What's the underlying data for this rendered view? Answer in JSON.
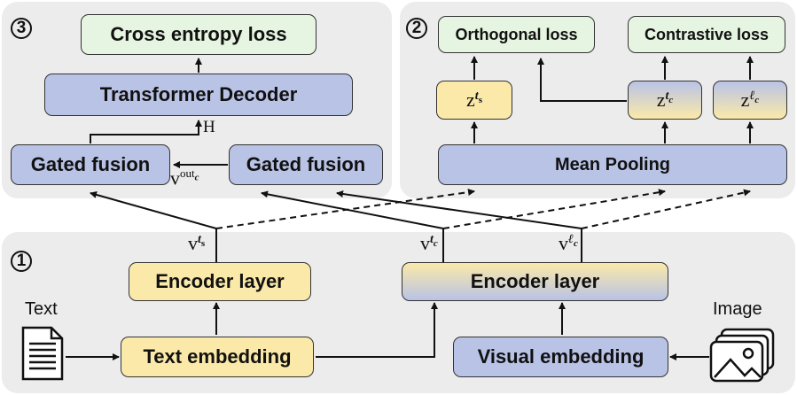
{
  "panels": {
    "panel3": {
      "number": "3"
    },
    "panel2": {
      "number": "2"
    },
    "panel1": {
      "number": "1"
    }
  },
  "boxes": {
    "cross_entropy": "Cross entropy loss",
    "transformer_decoder": "Transformer Decoder",
    "gated_fusion_left": "Gated fusion",
    "gated_fusion_right": "Gated fusion",
    "orthogonal_loss": "Orthogonal loss",
    "contrastive_loss": "Contrastive loss",
    "mean_pooling": "Mean Pooling",
    "encoder_text": "Encoder layer",
    "encoder_visual": "Encoder layer",
    "text_embedding": "Text embedding",
    "visual_embedding": "Visual embedding"
  },
  "z_vars": {
    "z_ts": {
      "base": "z",
      "sup": "t",
      "sub": "s"
    },
    "z_tc": {
      "base": "z",
      "sup": "t",
      "sub": "c"
    },
    "z_lc": {
      "base": "z",
      "sup": "ℓ",
      "sub": "c"
    }
  },
  "v_vars": {
    "v_ts": {
      "base": "v",
      "sup": "t",
      "sub": "s"
    },
    "v_tc": {
      "base": "v",
      "sup": "t",
      "sub": "c"
    },
    "v_lc": {
      "base": "v",
      "sup": "ℓ",
      "sub": "c"
    },
    "v_out": {
      "base": "v",
      "sup": "out",
      "sub": "c"
    }
  },
  "labels": {
    "h": "H",
    "text": "Text",
    "image": "Image"
  },
  "icons": {
    "document": "document-icon",
    "image": "image-stack-icon"
  }
}
